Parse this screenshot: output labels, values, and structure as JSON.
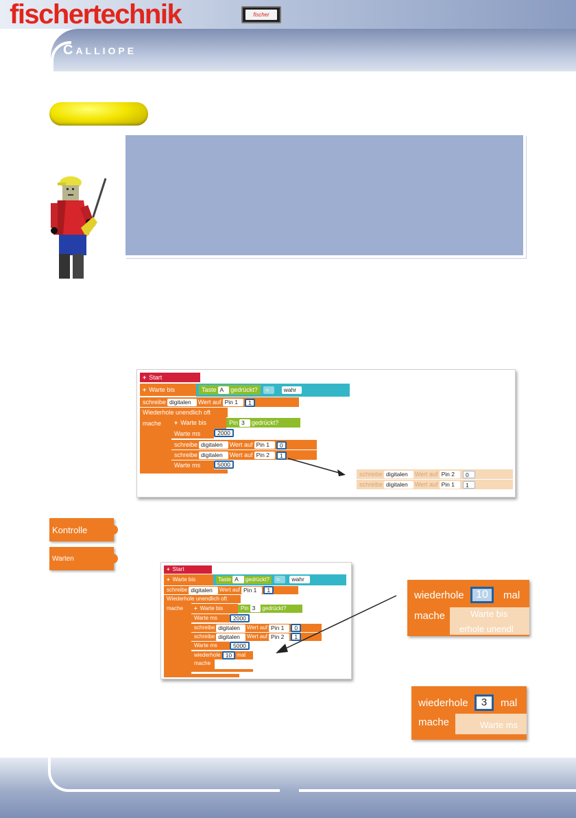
{
  "brand": {
    "logo_text": "fischertechnik",
    "badge_text": "fischer",
    "section_title": "Calliope"
  },
  "palette": {
    "orange_block": "#ee7b22",
    "red_block": "#d3203a",
    "cyan_block": "#33b7c8",
    "green_block": "#8dbd2b",
    "info_box": "#9daed0",
    "pill": "#f3e400"
  },
  "program1": {
    "start": "Start",
    "warte_bis": "Warte bis",
    "taste": "Taste",
    "taste_val": "A",
    "gedrueckt": "gedrückt?",
    "eq": "=",
    "wahr": "wahr",
    "schreibe": "schreibe",
    "digitalen": "digitalen",
    "wert_auf": "Wert auf",
    "pin1": "Pin 1",
    "one": "1",
    "zero": "0",
    "wiederhole": "Wiederhole unendlich oft",
    "mache": "mache",
    "pin_label": "Pin",
    "pin_val": "3",
    "warte_ms": "Warte ms",
    "ms2000": "2000",
    "ms5000": "5000",
    "pin2": "Pin 2"
  },
  "floating": {
    "row1_pin": "Pin 2",
    "row1_val": "0",
    "row2_pin": "Pin 1",
    "row2_val": "1"
  },
  "legend": {
    "kontrolle": "Kontrolle",
    "warten": "Warten"
  },
  "program2": {
    "wiederhole_short": "wiederhole",
    "count": "10",
    "mal": "mal",
    "mache": "mache"
  },
  "zoom1": {
    "wiederhole": "wiederhole",
    "count": "10",
    "mal": "mal",
    "mache": "mache",
    "ghost1": "Warte bis",
    "ghost2": "erhole unendl"
  },
  "zoom2": {
    "wiederhole": "wiederhole",
    "count": "3",
    "mal": "mal",
    "mache": "mache",
    "ghost": "Warte ms"
  }
}
